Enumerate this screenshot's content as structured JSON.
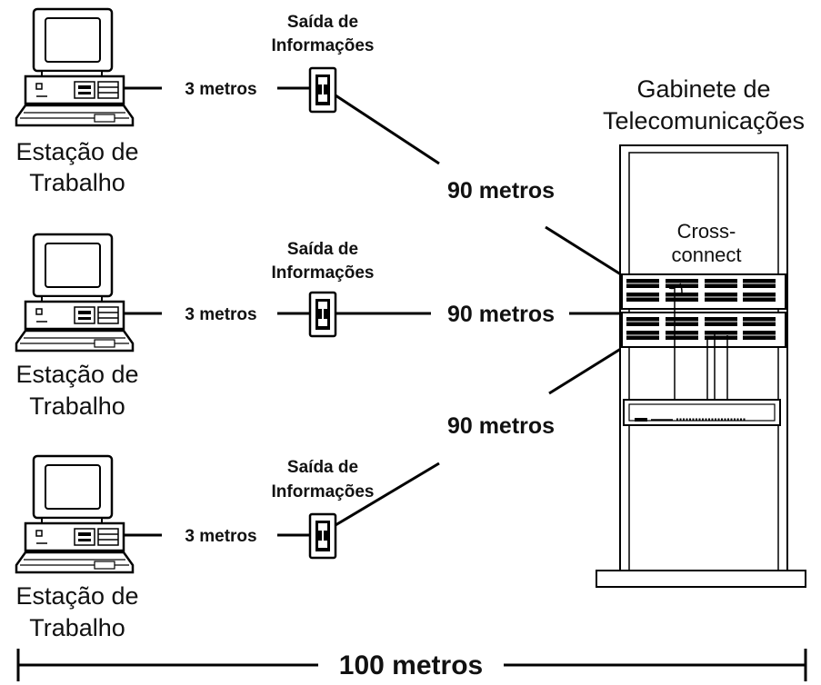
{
  "workstations": [
    {
      "label_line1": "Estação de",
      "label_line2": "Trabalho",
      "patch_cable": "3 metros",
      "outlet_line1": "Saída de",
      "outlet_line2": "Informações",
      "horizontal_cable": "90 metros"
    },
    {
      "label_line1": "Estação de",
      "label_line2": "Trabalho",
      "patch_cable": "3 metros",
      "outlet_line1": "Saída de",
      "outlet_line2": "Informações",
      "horizontal_cable": "90 metros"
    },
    {
      "label_line1": "Estação de",
      "label_line2": "Trabalho",
      "patch_cable": "3 metros",
      "outlet_line1": "Saída de",
      "outlet_line2": "Informações",
      "horizontal_cable": "90 metros"
    }
  ],
  "cabinet": {
    "title_line1": "Gabinete de",
    "title_line2": "Telecomunicações",
    "cross_connect_line1": "Cross-",
    "cross_connect_line2": "connect"
  },
  "total_distance": "100 metros"
}
